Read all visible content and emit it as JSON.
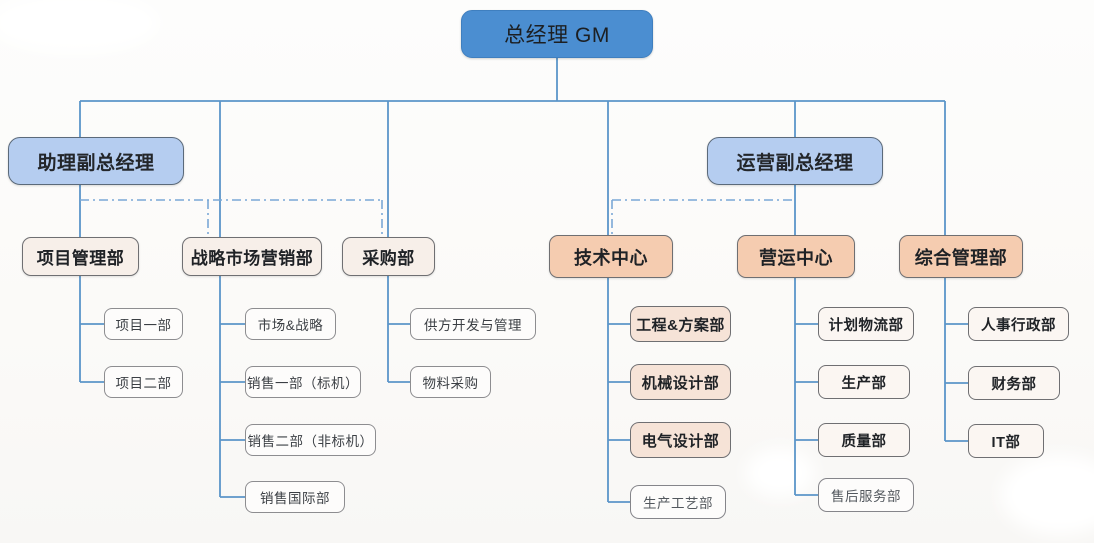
{
  "chart": {
    "title": "Organization Chart",
    "colors": {
      "line_solid": "#5b95c9",
      "line_dashdot": "#7aa8d6",
      "gm_fill": "#4b8ed1",
      "vp_fill": "#b5cdf0",
      "center_fill": "#f5ccb0",
      "dept_fill": "#f7efe9",
      "leaf_fill": "#fdfcfb",
      "border_gray": "#6f6f72"
    }
  },
  "nodes": {
    "gm": {
      "label": "总经理 GM"
    },
    "vp_assistant": {
      "label": "助理副总经理"
    },
    "vp_operations": {
      "label": "运营副总经理"
    },
    "dept_project": {
      "label": "项目管理部"
    },
    "dept_marketing": {
      "label": "战略市场营销部"
    },
    "dept_purchasing": {
      "label": "采购部"
    },
    "center_technical": {
      "label": "技术中心"
    },
    "center_operations": {
      "label": "营运中心"
    },
    "dept_general_admin": {
      "label": "综合管理部"
    }
  },
  "leaves": {
    "project": [
      {
        "label": "项目一部"
      },
      {
        "label": "项目二部"
      }
    ],
    "marketing": [
      {
        "label": "市场&战略"
      },
      {
        "label": "销售一部（标机）"
      },
      {
        "label": "销售二部（非标机）"
      },
      {
        "label": "销售国际部"
      }
    ],
    "purchasing": [
      {
        "label": "供方开发与管理"
      },
      {
        "label": "物料采购"
      }
    ],
    "technical": [
      {
        "label": "工程&方案部"
      },
      {
        "label": "机械设计部"
      },
      {
        "label": "电气设计部"
      },
      {
        "label": "生产工艺部"
      }
    ],
    "operations": [
      {
        "label": "计划物流部"
      },
      {
        "label": "生产部"
      },
      {
        "label": "质量部"
      },
      {
        "label": "售后服务部"
      }
    ],
    "general_admin": [
      {
        "label": "人事行政部"
      },
      {
        "label": "财务部"
      },
      {
        "label": "IT部"
      }
    ]
  }
}
